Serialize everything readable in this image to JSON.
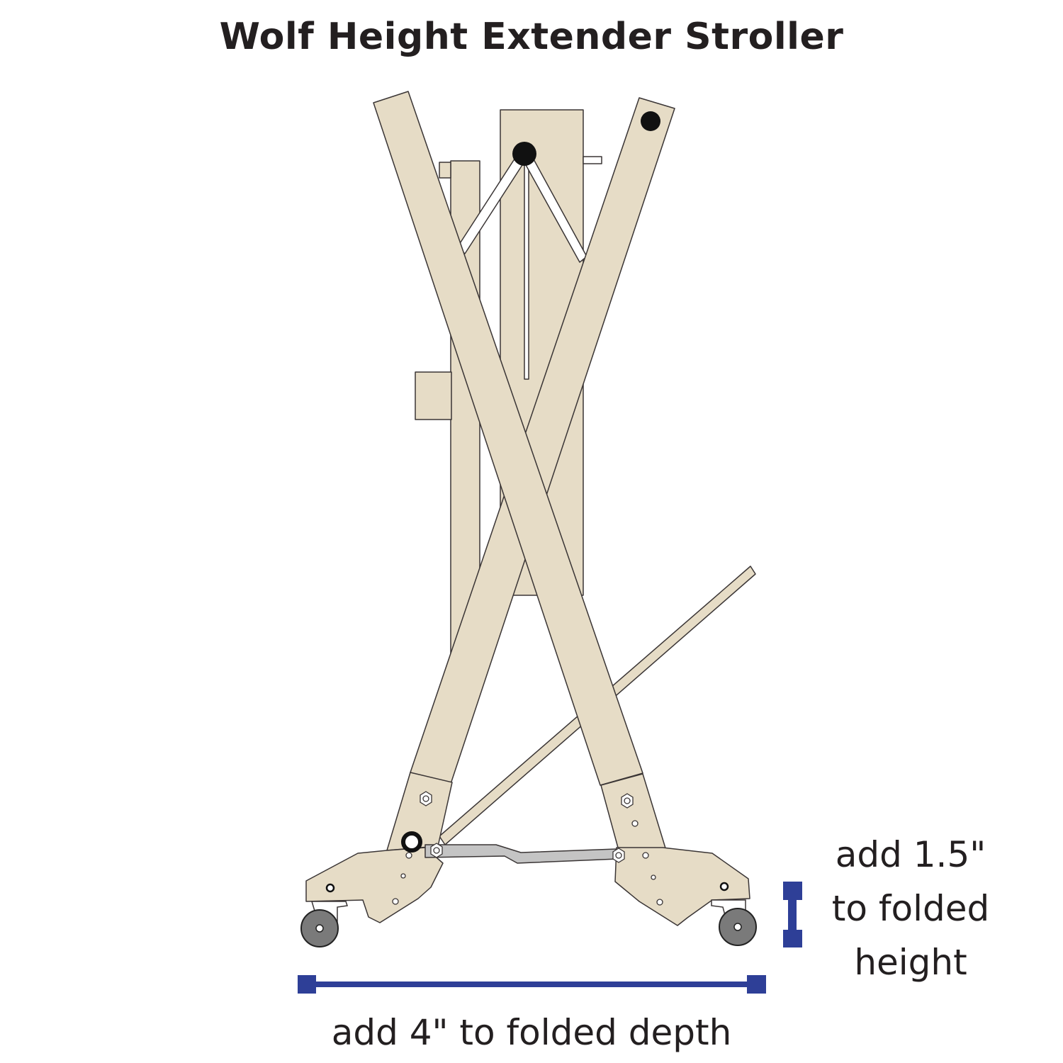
{
  "title": "Wolf Height Extender Stroller",
  "annotations": {
    "height_line1": "add 1.5\"",
    "height_line2": "to folded",
    "height_line3": "height",
    "depth": "add 4\" to folded depth"
  },
  "colors": {
    "frame_fill": "#e6dcc6",
    "outline": "#3a3535",
    "dimension": "#2e3f97",
    "link_bar": "#c4c4c4",
    "wheel": "#7a7a7a",
    "pivot": "#111111"
  }
}
